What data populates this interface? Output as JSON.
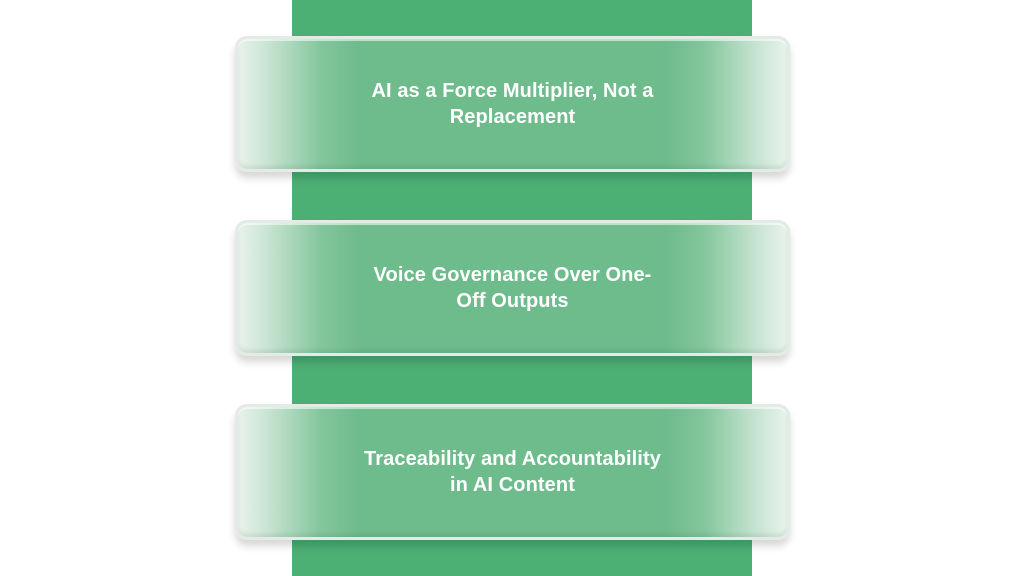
{
  "colors": {
    "background": "#ffffff",
    "column": "#4caf74",
    "card_center": "#6ebb8c",
    "card_edge": "#e9f3ed",
    "text": "#ffffff"
  },
  "cards": [
    {
      "text": "AI as a Force Multiplier, Not a Replacement"
    },
    {
      "text": "Voice Governance Over One-Off Outputs"
    },
    {
      "text": "Traceability and Accountability in AI Content"
    }
  ]
}
